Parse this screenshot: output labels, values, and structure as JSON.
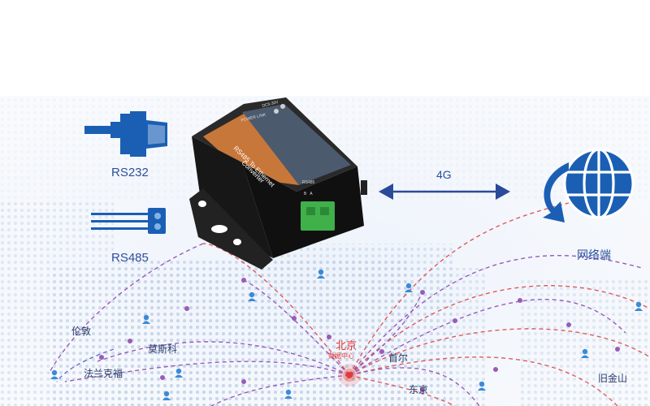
{
  "devices": {
    "rs232_label": "RS232",
    "rs485_label": "RS485"
  },
  "converter": {
    "line1": "RS485 To Ethernet",
    "line2": "Converter",
    "port_label": "RS485",
    "port_pins": "B   A",
    "power_label": "POWER    LINK",
    "led_label": "DC5-30V"
  },
  "link": {
    "label": "4G"
  },
  "network": {
    "label": "网络端"
  },
  "map": {
    "cities": {
      "london": "伦敦",
      "moscow": "莫斯科",
      "frankfurt": "法兰克福",
      "beijing": "北京",
      "beijing_sub": "数据中心",
      "seoul": "首尔",
      "tokyo": "东京",
      "sanfrancisco": "旧金山"
    }
  },
  "colors": {
    "accent_blue": "#1a5fb4",
    "arrow_blue": "#2a4a9a",
    "hub_red": "#e53935",
    "route_red": "#e05a5a",
    "route_purple": "#9a5bb8",
    "map_dots": "#b9cbe6",
    "device_body": "#1e1e1e",
    "device_label": "#c8773a",
    "terminal_green": "#3fb04a"
  }
}
